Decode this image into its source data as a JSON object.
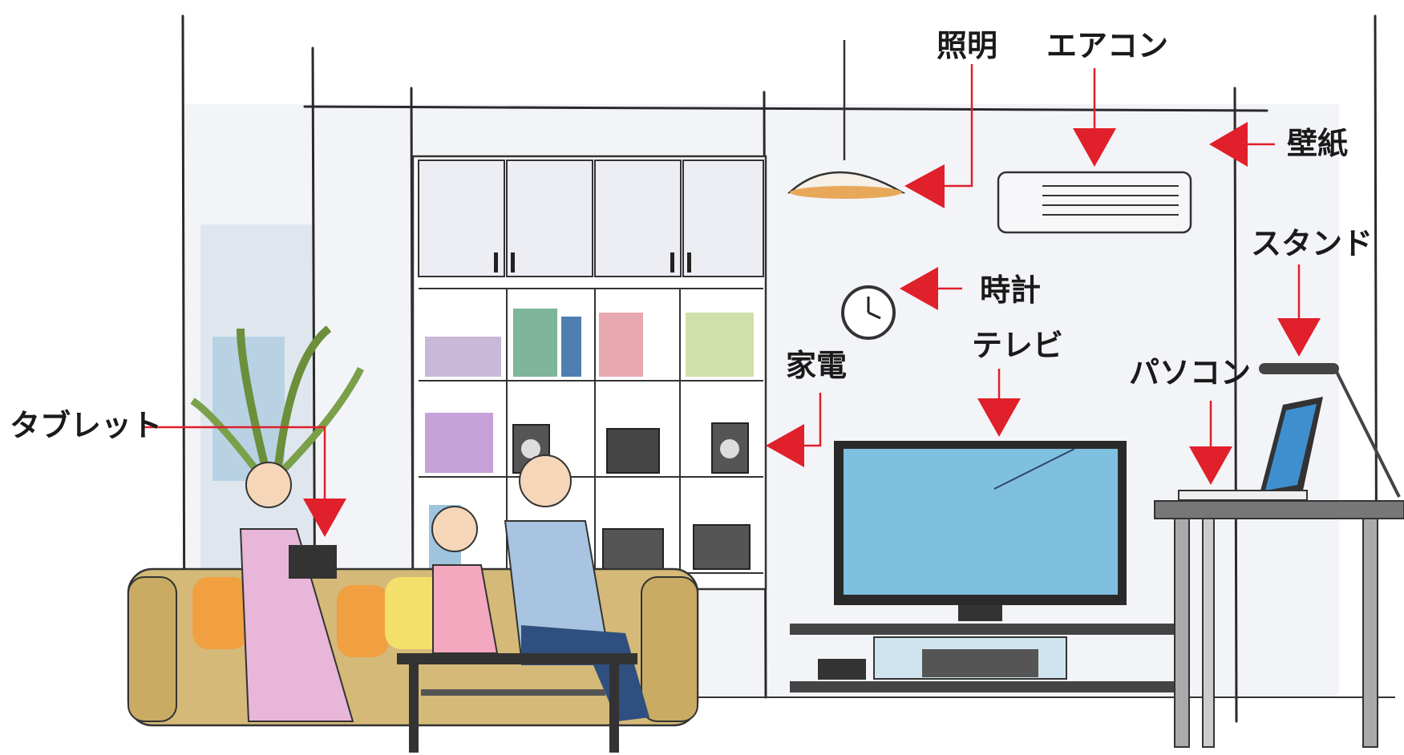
{
  "labels": {
    "lighting": "照明",
    "aircon": "エアコン",
    "wallpaper": "壁紙",
    "stand": "スタンド",
    "clock": "時計",
    "tv": "テレビ",
    "appliances": "家電",
    "pc": "パソコン",
    "tablet": "タブレット"
  },
  "colors": {
    "arrow": "#e0202a",
    "tv_screen": "#7fbfe0",
    "sofa": "#d4b978",
    "wall": "#eef0f5"
  }
}
